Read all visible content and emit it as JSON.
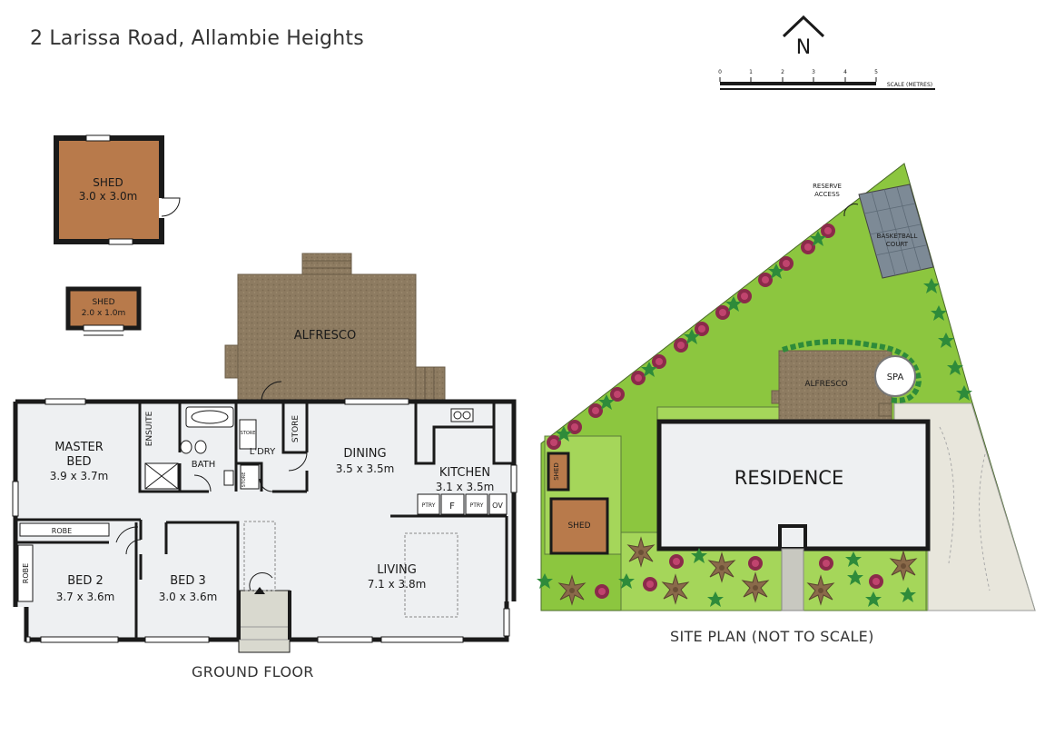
{
  "title": "2 Larissa Road, Allambie Heights",
  "compass": {
    "letter": "N"
  },
  "scale": {
    "ticks": [
      "0",
      "1",
      "2",
      "3",
      "4",
      "5"
    ],
    "label": "SCALE (METRES)"
  },
  "floor_plan": {
    "caption": "GROUND FLOOR",
    "shed_large": {
      "name": "SHED",
      "dims": "3.0 x 3.0m"
    },
    "shed_small": {
      "name": "SHED",
      "dims": "2.0 x 1.0m"
    },
    "alfresco": "ALFRESCO",
    "master_bed": {
      "line1": "MASTER",
      "line2": "BED",
      "dims": "3.9 x 3.7m"
    },
    "ensuite": "ENSUITE",
    "bath": "BATH",
    "store_small_1": "STORE",
    "store_small_2": "STORE",
    "laundry": "L'DRY",
    "store": "STORE",
    "dining": {
      "name": "DINING",
      "dims": "3.5 x 3.5m"
    },
    "kitchen": {
      "name": "KITCHEN",
      "dims": "3.1 x 3.5m"
    },
    "pantry_1": "PTRY",
    "fridge": "F",
    "pantry_2": "PTRY",
    "oven": "OV",
    "robe_master": "ROBE",
    "robe_bed2": "ROBE",
    "bed2": {
      "name": "BED 2",
      "dims": "3.7 x 3.6m"
    },
    "bed3": {
      "name": "BED 3",
      "dims": "3.0 x 3.6m"
    },
    "living": {
      "name": "LIVING",
      "dims": "7.1 x 3.8m"
    }
  },
  "site_plan": {
    "caption": "SITE PLAN (NOT TO SCALE)",
    "reserve_access_1": "RESERVE",
    "reserve_access_2": "ACCESS",
    "basketball_1": "BASKETBALL",
    "basketball_2": "COURT",
    "alfresco": "ALFRESCO",
    "spa": "SPA",
    "residence": "RESIDENCE",
    "shed_small": "SHED",
    "shed_large": "SHED"
  },
  "colors": {
    "wall": "#1a1a1a",
    "floor": "#eef0f2",
    "shed": "#b87a4b",
    "alfresco": "#8d7b61",
    "lawn": "#8cc63f",
    "driveway": "#e8e6dc",
    "court": "#7d8a96",
    "tree": "#8a6a4a",
    "flower": "#8b2a4a"
  }
}
